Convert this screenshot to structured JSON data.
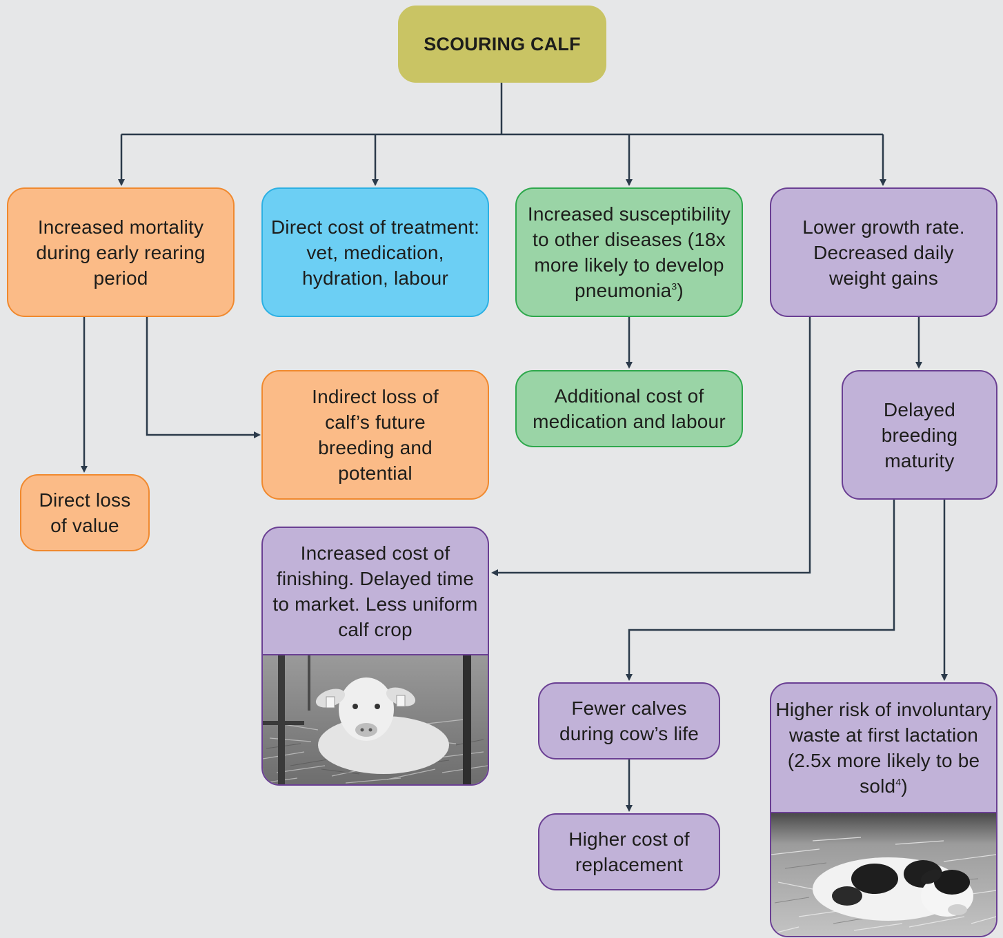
{
  "root": {
    "label": "SCOURING CALF"
  },
  "nodes": {
    "mortality": "Increased mortality during early rearing period",
    "treatment": "Direct cost of treatment: vet, medication, hydration, labour",
    "susceptibility": "Increased susceptibility to other diseases (18x more likely to develop pneumonia",
    "susceptibility_ref": "3",
    "susceptibility_close": ")",
    "growth": "Lower growth rate. Decreased daily weight gains",
    "indirect_loss": "Indirect loss of calf’s future breeding and potential",
    "direct_loss": "Direct loss of value",
    "additional_cost": "Additional cost of medication and labour",
    "delayed_breeding": "Delayed breeding maturity",
    "finishing": "Increased cost of finishing. Delayed time to market. Less uniform calf crop",
    "fewer_calves": "Fewer calves during cow’s life",
    "replacement": "Higher cost of replacement",
    "waste": "Higher risk of involuntary waste at first lactation (2.5x more likely to be sold",
    "waste_ref": "4",
    "waste_close": ")"
  },
  "colors": {
    "root": "#c9c464",
    "orange": "#fbbb87",
    "blue": "#6ccff4",
    "green": "#9ad4a6",
    "purple": "#c1b2d8",
    "connector": "#2b3a4a"
  },
  "images": {
    "finishing_photo": "white-calf-lying-in-straw-photo",
    "waste_photo": "black-and-white-holstein-calf-lying-in-straw-photo"
  }
}
